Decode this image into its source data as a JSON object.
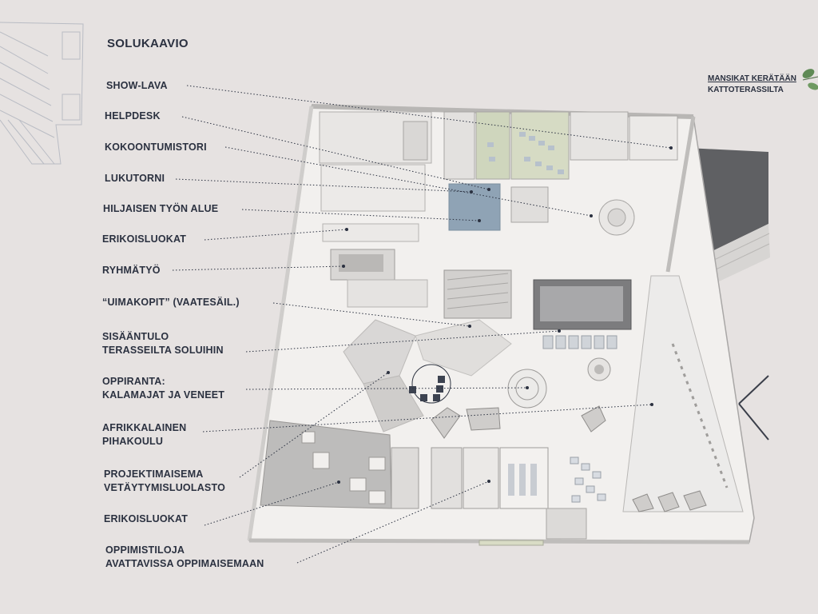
{
  "title": "SOLUKAAVIO",
  "corner_note": {
    "line1": "MANSIKAT KERÄTÄÄN",
    "line2": "KATTOTERASSILTA"
  },
  "labels": [
    {
      "lines": [
        "SHOW-LAVA"
      ]
    },
    {
      "lines": [
        "HELPDESK"
      ]
    },
    {
      "lines": [
        "KOKOONTUMISTORI"
      ]
    },
    {
      "lines": [
        "LUKUTORNI"
      ]
    },
    {
      "lines": [
        "HILJAISEN TYÖN ALUE"
      ]
    },
    {
      "lines": [
        "ERIKOISLUOKAT"
      ]
    },
    {
      "lines": [
        "RYHMÄTYÖ"
      ]
    },
    {
      "lines": [
        "“UIMAKOPIT” (VAATESÄIL.)"
      ]
    },
    {
      "lines": [
        "SISÄÄNTULO",
        "TERASSEILTA SOLUIHIN"
      ]
    },
    {
      "lines": [
        "OPPIRANTA:",
        "KALAMAJAT JA VENEET"
      ]
    },
    {
      "lines": [
        "AFRIKKALAINEN",
        "PIHAKOULU"
      ]
    },
    {
      "lines": [
        "PROJEKTIMAISEMA",
        "VETÄYTYMISLUOLASTO"
      ]
    },
    {
      "lines": [
        "ERIKOISLUOKAT"
      ]
    },
    {
      "lines": [
        "OPPIMISTILOJA",
        "AVATTAVISSA OPPIMAISEMAAN"
      ]
    }
  ],
  "colors": {
    "background": "#e6e2e1",
    "text": "#2b3140",
    "floor": "#f2f0ee",
    "wall": "#c9c7c5",
    "accent_blue": "#8fa3b5",
    "accent_green": "#cfd6bd",
    "roof_dark": "#5f6063"
  }
}
